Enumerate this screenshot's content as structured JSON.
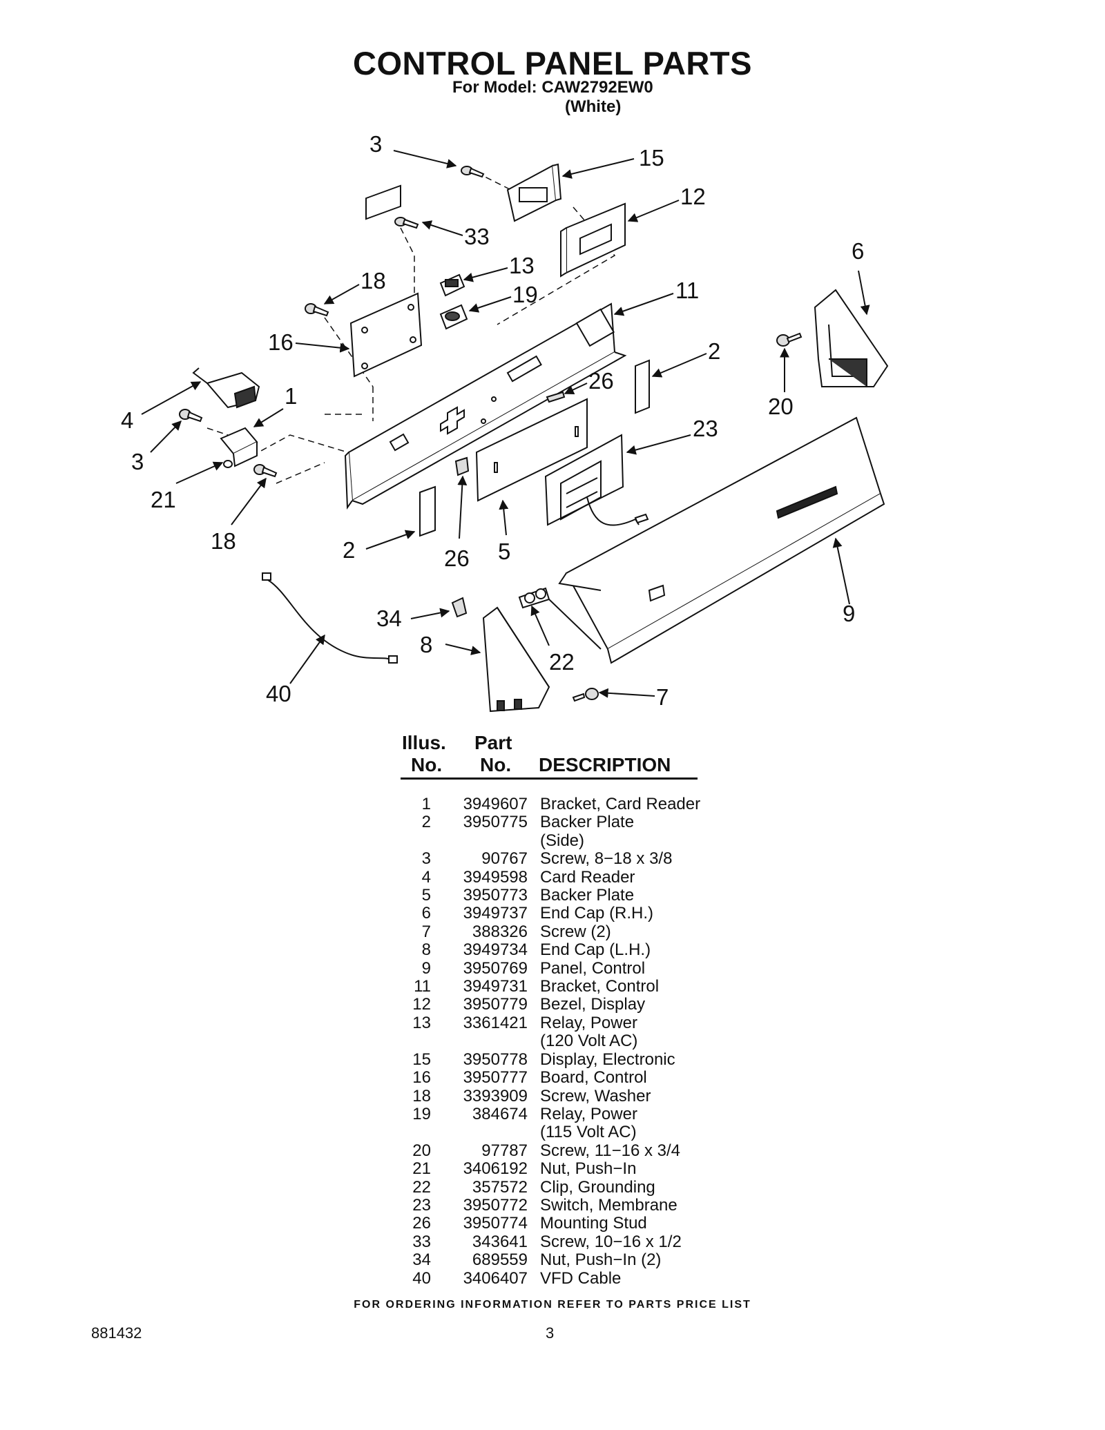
{
  "title": "CONTROL PANEL PARTS",
  "model_line": "For Model: CAW2792EW0",
  "color_line": "(White)",
  "diagram": {
    "callouts": [
      "3",
      "15",
      "12",
      "33",
      "13",
      "6",
      "18",
      "19",
      "11",
      "16",
      "2",
      "26",
      "20",
      "1",
      "23",
      "4",
      "3",
      "21",
      "18",
      "2",
      "26",
      "5",
      "9",
      "34",
      "22",
      "8",
      "40",
      "7"
    ]
  },
  "table": {
    "col1_header": [
      "Illus.",
      "No."
    ],
    "col2_header": [
      "Part",
      "No."
    ],
    "col3_header": "DESCRIPTION",
    "rows": [
      {
        "no": "1",
        "part": "3949607",
        "desc": "Bracket, Card Reader"
      },
      {
        "no": "2",
        "part": "3950775",
        "desc": "Backer Plate"
      },
      {
        "no": "",
        "part": "",
        "desc": "(Side)"
      },
      {
        "no": "3",
        "part": "90767",
        "desc": "Screw, 8−18 x 3/8"
      },
      {
        "no": "4",
        "part": "3949598",
        "desc": "Card Reader"
      },
      {
        "no": "5",
        "part": "3950773",
        "desc": "Backer Plate"
      },
      {
        "no": "6",
        "part": "3949737",
        "desc": "End Cap (R.H.)"
      },
      {
        "no": "7",
        "part": "388326",
        "desc": "Screw (2)"
      },
      {
        "no": "8",
        "part": "3949734",
        "desc": "End Cap (L.H.)"
      },
      {
        "no": "9",
        "part": "3950769",
        "desc": "Panel, Control"
      },
      {
        "no": "11",
        "part": "3949731",
        "desc": "Bracket, Control"
      },
      {
        "no": "12",
        "part": "3950779",
        "desc": "Bezel, Display"
      },
      {
        "no": "13",
        "part": "3361421",
        "desc": "Relay, Power"
      },
      {
        "no": "",
        "part": "",
        "desc": "(120 Volt AC)"
      },
      {
        "no": "15",
        "part": "3950778",
        "desc": "Display, Electronic"
      },
      {
        "no": "16",
        "part": "3950777",
        "desc": "Board, Control"
      },
      {
        "no": "18",
        "part": "3393909",
        "desc": "Screw, Washer"
      },
      {
        "no": "19",
        "part": "384674",
        "desc": "Relay, Power"
      },
      {
        "no": "",
        "part": "",
        "desc": "(115 Volt AC)"
      },
      {
        "no": "20",
        "part": "97787",
        "desc": "Screw, 11−16 x 3/4"
      },
      {
        "no": "21",
        "part": "3406192",
        "desc": "Nut, Push−In"
      },
      {
        "no": "22",
        "part": "357572",
        "desc": "Clip, Grounding"
      },
      {
        "no": "23",
        "part": "3950772",
        "desc": "Switch, Membrane"
      },
      {
        "no": "26",
        "part": "3950774",
        "desc": "Mounting Stud"
      },
      {
        "no": "33",
        "part": "343641",
        "desc": "Screw, 10−16 x 1/2"
      },
      {
        "no": "34",
        "part": "689559",
        "desc": "Nut, Push−In (2)"
      },
      {
        "no": "40",
        "part": "3406407",
        "desc": "VFD Cable"
      }
    ]
  },
  "footer": "FOR ORDERING INFORMATION REFER TO PARTS PRICE LIST",
  "doc_number": "881432",
  "page_number": "3"
}
